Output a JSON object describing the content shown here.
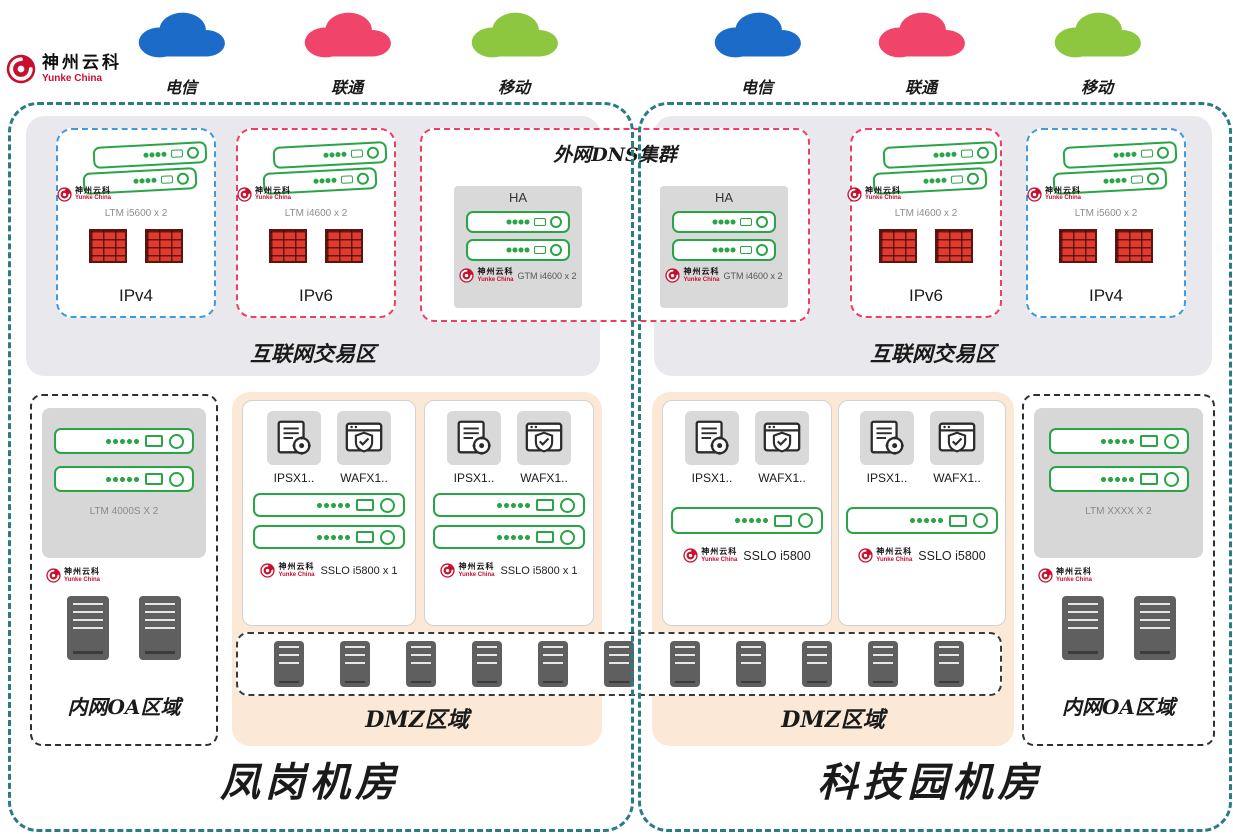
{
  "brand": {
    "cn": "神州云科",
    "en": "Yunke China"
  },
  "carriers": [
    {
      "label": "电信",
      "color": "#1d6bc9"
    },
    {
      "label": "联通",
      "color": "#f0446b"
    },
    {
      "label": "移动",
      "color": "#8dc63f"
    },
    {
      "label": "电信",
      "color": "#1d6bc9"
    },
    {
      "label": "联通",
      "color": "#f0446b"
    },
    {
      "label": "移动",
      "color": "#8dc63f"
    }
  ],
  "colors": {
    "room_border": "#2a7c82",
    "ipv4_border": "#3f9be0",
    "ipv6_border": "#ee3f63",
    "dns_border": "#ee3f63",
    "dmz_background": "#fbe8d6",
    "appliance_green": "#29a447",
    "firewall_red": "#e23a2e"
  },
  "dns_cluster": {
    "title": "外网DNS集群",
    "nodes": [
      {
        "ha": "HA",
        "device": "GTM i4600 x 2"
      },
      {
        "ha": "HA",
        "device": "GTM i4600 x 2"
      }
    ]
  },
  "left_room": {
    "name": "凤岗机房",
    "internet_zone_label": "互联网交易区",
    "ipv4": {
      "label": "IPv4",
      "device": "LTM i5600 x 2"
    },
    "ipv6": {
      "label": "IPv6",
      "device": "LTM i4600 x 2"
    },
    "oa": {
      "label": "内网OA区域",
      "device": "LTM 4000S X 2"
    },
    "dmz_label": "DMZ区域",
    "sslo_groups": [
      {
        "ips": "IPSX1..",
        "waf": "WAFX1..",
        "device": "SSLO i5800 x 1"
      },
      {
        "ips": "IPSX1..",
        "waf": "WAFX1..",
        "device": "SSLO i5800 x 1"
      }
    ]
  },
  "right_room": {
    "name": "科技园机房",
    "internet_zone_label": "互联网交易区",
    "ipv6": {
      "label": "IPv6",
      "device": "LTM i4600 x 2"
    },
    "ipv4": {
      "label": "IPv4",
      "device": "LTM i5600 x 2"
    },
    "oa": {
      "label": "内网OA区域",
      "device": "LTM XXXX X 2"
    },
    "dmz_label": "DMZ区域",
    "sslo_groups": [
      {
        "ips": "IPSX1..",
        "waf": "WAFX1..",
        "device": "SSLO i5800"
      },
      {
        "ips": "IPSX1..",
        "waf": "WAFX1..",
        "device": "SSLO i5800"
      }
    ]
  }
}
